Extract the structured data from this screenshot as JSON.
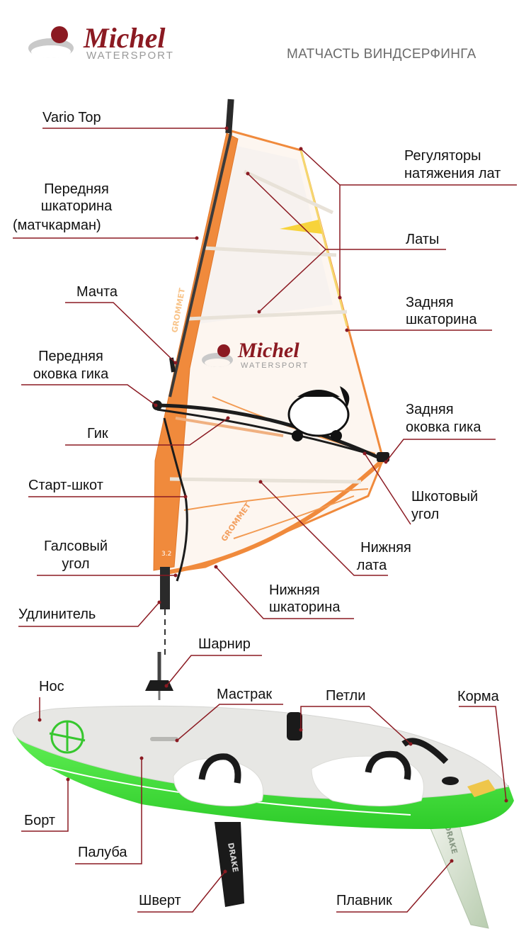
{
  "header": {
    "brand_name": "Michel",
    "brand_sub": "WATERSPORT",
    "title": "МАТЧАСТЬ ВИНДСЕРФИНГА"
  },
  "sail_logo": {
    "brand_name": "Michel",
    "brand_sub": "WATERSPORT"
  },
  "printed_marks": {
    "sail_brand": "GROMMET",
    "sail_size": "3.2",
    "fin_brand": "DRAKE",
    "skeg_brand": "DRAKE"
  },
  "labels": {
    "vario_top": "Vario Top",
    "front_luff_1": "Передняя",
    "front_luff_2": "шкаторина",
    "front_luff_3": "(матчкарман)",
    "mast": "Мачта",
    "boom_front_1": "Передняя",
    "boom_front_2": "оковка гика",
    "boom": "Гик",
    "uphaul": "Старт-шкот",
    "tack_1": "Галсовый",
    "tack_2": "угол",
    "extension": "Удлинитель",
    "batten_tension_1": "Регуляторы",
    "batten_tension_2": "натяжения лат",
    "battens": "Латы",
    "leech_1": "Задняя",
    "leech_2": "шкаторина",
    "boom_rear_1": "Задняя",
    "boom_rear_2": "оковка гика",
    "clew_1": "Шкотовый",
    "clew_2": "угол",
    "lower_batten_1": "Нижняя",
    "lower_batten_2": "лата",
    "foot_1": "Нижняя",
    "foot_2": "шкаторина",
    "joint": "Шарнир",
    "nose": "Нос",
    "mast_track": "Мастрак",
    "straps": "Петли",
    "tail": "Корма",
    "rail": "Борт",
    "deck": "Палуба",
    "daggerboard": "Шверт",
    "fin": "Плавник"
  },
  "colors": {
    "leader_line": "#8b1a22",
    "brand_red": "#8b1a22",
    "sail_orange": "#f08a3c",
    "board_green": "#3ee83a",
    "deck_grey": "#e7e7e4"
  }
}
